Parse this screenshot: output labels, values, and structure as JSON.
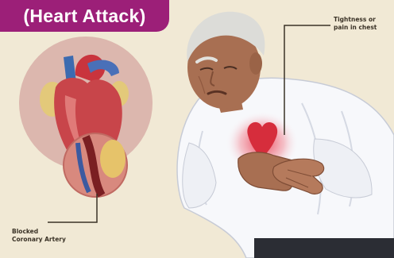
{
  "title": "(Heart Attack)",
  "labels": {
    "chest_line1": "Tightness or",
    "chest_line2": "pain in chest",
    "artery_line1": "Blocked",
    "artery_line2": "Coronary Artery"
  },
  "colors": {
    "banner": "#9c1f78",
    "background": "#f1e9d5",
    "heart_circle": "#dcb7ae",
    "heart": "#c8454a",
    "shirt": "#f7f8fb",
    "skin": "#a86f52",
    "hair": "#dcdcd8"
  }
}
